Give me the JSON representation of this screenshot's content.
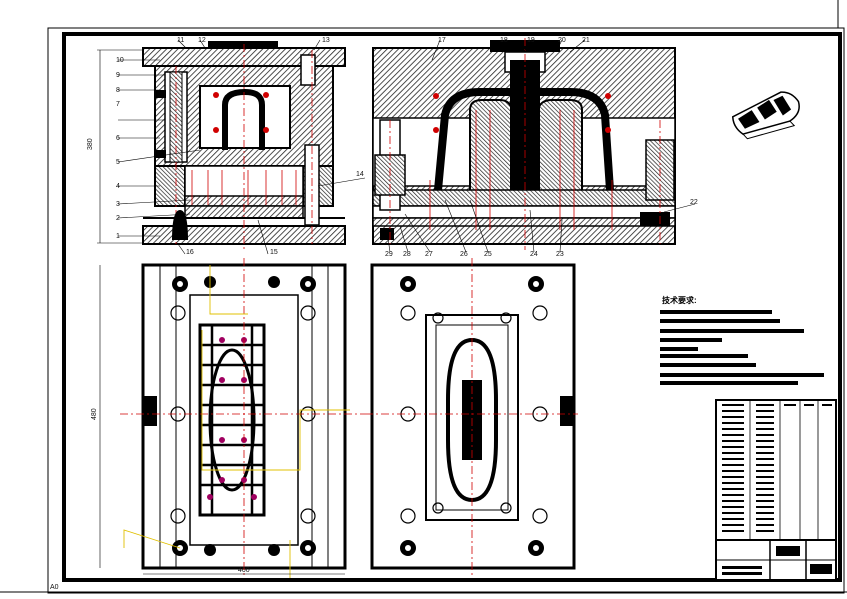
{
  "drawing": {
    "sheet_number": "A0",
    "top_view_dimension": "380",
    "left_view_dimension": "480",
    "bottom_view_dimension": "400",
    "notes_title": "技术要求:",
    "note_line_count": 9
  },
  "callouts_left": [
    "1",
    "2",
    "3",
    "4",
    "5",
    "6",
    "7",
    "8",
    "9",
    "10",
    "11",
    "12",
    "13",
    "14",
    "15",
    "16"
  ],
  "callouts_right": [
    "17",
    "18",
    "19",
    "20",
    "21",
    "22",
    "23",
    "24",
    "25",
    "26",
    "27",
    "28",
    "29"
  ],
  "callout_text": {
    "c1": "1",
    "c2": "2",
    "c3": "3",
    "c4": "4",
    "c5": "5",
    "c6": "6",
    "c7": "7",
    "c8": "8",
    "c9": "9",
    "c10": "10",
    "c11": "11",
    "c12": "12",
    "c13": "13",
    "c14": "14",
    "c15": "15",
    "c16": "16",
    "c17": "17",
    "c18": "18",
    "c19": "19",
    "c20": "20",
    "c21": "21",
    "c22": "22",
    "c23": "23",
    "c24": "24",
    "c25": "25",
    "c26": "26",
    "c27": "27",
    "c28": "28",
    "c29": "29"
  },
  "colors": {
    "outline": "#000000",
    "hatch": "#333333",
    "center_line": "#d00000",
    "dim_line": "#c000c0",
    "guide_line": "#e0c000"
  }
}
